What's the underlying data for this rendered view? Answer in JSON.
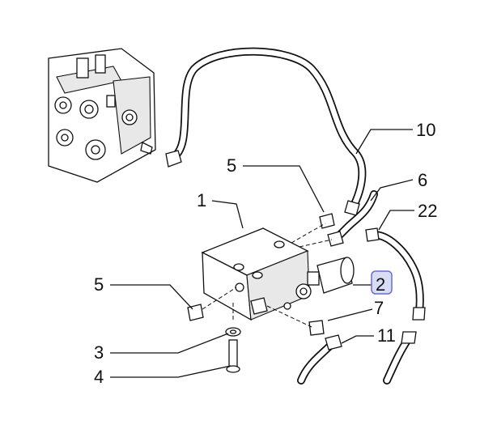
{
  "diagram": {
    "callouts": [
      {
        "id": "c10",
        "label": "10"
      },
      {
        "id": "c5a",
        "label": "5"
      },
      {
        "id": "c6",
        "label": "6"
      },
      {
        "id": "c1",
        "label": "1"
      },
      {
        "id": "c22",
        "label": "22"
      },
      {
        "id": "c5b",
        "label": "5"
      },
      {
        "id": "c2",
        "label": "2",
        "highlighted": true
      },
      {
        "id": "c7",
        "label": "7"
      },
      {
        "id": "c3",
        "label": "3"
      },
      {
        "id": "c11",
        "label": "11"
      },
      {
        "id": "c4",
        "label": "4"
      }
    ],
    "highlight_color": "#d9dcf5"
  }
}
